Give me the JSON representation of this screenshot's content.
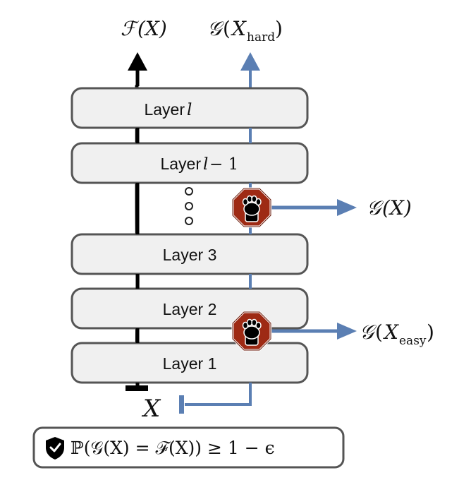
{
  "outputs": {
    "f_full": {
      "name": "ℱ",
      "arg": "(X)"
    },
    "g_hard": {
      "name": "𝒢",
      "arg_open": "(",
      "var": "X",
      "sub": "hard",
      "arg_close": ")"
    },
    "g_mid": {
      "name": "𝒢",
      "arg": "(X)"
    },
    "g_easy": {
      "name": "𝒢",
      "arg_open": "(",
      "var": "X",
      "sub": "easy",
      "arg_close": ")"
    }
  },
  "layers": [
    {
      "label": "Layer ",
      "var": "l",
      "suffix": ""
    },
    {
      "label": "Layer ",
      "var": "l",
      "suffix": " − 1"
    },
    {
      "label": "Layer 3",
      "var": "",
      "suffix": ""
    },
    {
      "label": "Layer 2",
      "var": "",
      "suffix": ""
    },
    {
      "label": "Layer 1",
      "var": "",
      "suffix": ""
    }
  ],
  "input_label": "X",
  "guarantee": {
    "formula": "ℙ(𝒢(X) = ℱ(X)) ≥ 1 − ϵ",
    "icon": "shield-check-icon"
  },
  "colors": {
    "base_path": "#000000",
    "early_exit_path": "#5b7fb3",
    "stop_sign": "#9e2a14",
    "layer_fill": "#f0f0f0",
    "layer_border": "#555555"
  }
}
